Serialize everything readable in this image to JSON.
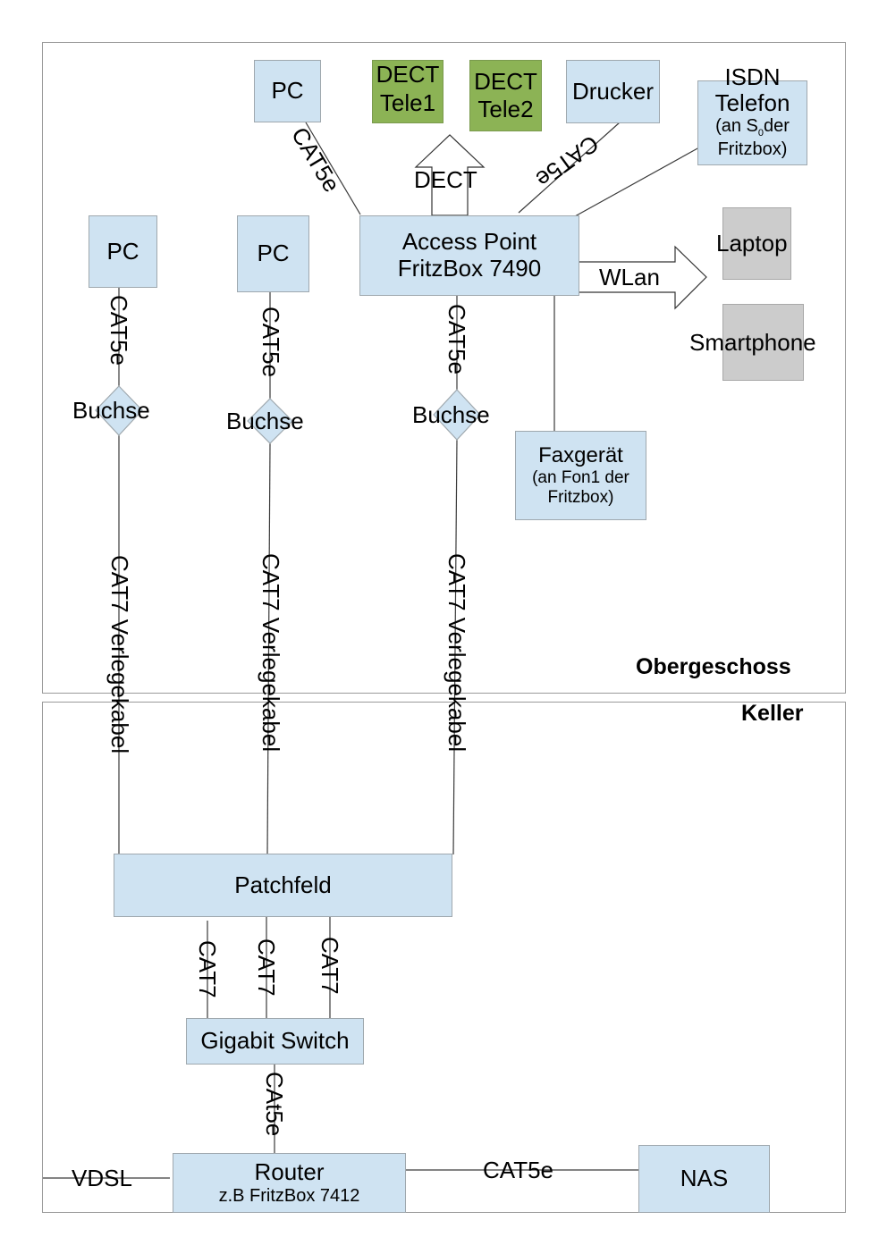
{
  "zones": {
    "upper": "Obergeschoss",
    "lower": "Keller"
  },
  "devices": {
    "pc_top": "PC",
    "dect_tele1": [
      "DECT",
      "Tele1"
    ],
    "dect_tele2": [
      "DECT",
      "Tele2"
    ],
    "printer": "Drucker",
    "isdn_phone": {
      "line1": "ISDN",
      "line2": "Telefon",
      "line3_prefix": "(an S",
      "line3_sub": "0",
      "line3_suffix": "der",
      "line4": "Fritzbox)"
    },
    "pc_left": "PC",
    "pc_middle": "PC",
    "access_point": [
      "Access Point",
      "FritzBox 7490"
    ],
    "laptop": "Laptop",
    "smartphone": "Smartphone",
    "fax": {
      "title": "Faxgerät",
      "note1": "(an Fon1 der",
      "note2": "Fritzbox)"
    },
    "patchfield": "Patchfeld",
    "gigabit_switch": "Gigabit Switch",
    "router": [
      "Router",
      "z.B FritzBox 7412"
    ],
    "nas": "NAS"
  },
  "sockets": {
    "left": "Buchse",
    "middle": "Buchse",
    "right": "Buchse"
  },
  "connections": {
    "pc_top_to_ap": "CAT5e",
    "dect_arrow": "DECT",
    "printer_to_ap": "CAT5e",
    "wlan_arrow": "WLan",
    "pc_left_cable": "CAT5e",
    "pc_middle_cable": "CAT5e",
    "ap_cable": "CAT5e",
    "install_left": "CAT7 Verlegekabel",
    "install_middle": "CAT7 Verlegekabel",
    "install_right": "CAT7 Verlegekabel",
    "patch_to_switch_1": "CAT7",
    "patch_to_switch_2": "CAT7",
    "patch_to_switch_3": "CAT7",
    "switch_to_router": "CAt5e",
    "vdsl": "VDSL",
    "router_to_nas": "CAT5e"
  },
  "colors": {
    "device_fill": "#cfe3f2",
    "dect_fill": "#8cb355",
    "wireless_fill": "#cccccc",
    "zone_border": "#9a9a9a"
  }
}
